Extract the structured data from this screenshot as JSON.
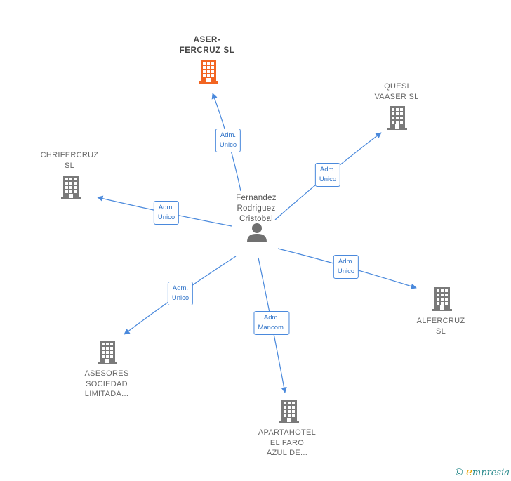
{
  "center": {
    "lines": [
      "Fernandez",
      "Rodriguez",
      "Cristobal"
    ],
    "icon": "person-icon"
  },
  "companies": [
    {
      "id": "aser-fercruz",
      "lines": [
        "ASER-",
        "FERCRUZ  SL"
      ],
      "highlight": true,
      "icon": "building-icon"
    },
    {
      "id": "quesi-vaaser",
      "lines": [
        "QUESI",
        "VAASER SL"
      ],
      "highlight": false,
      "icon": "building-icon"
    },
    {
      "id": "chrifercruz",
      "lines": [
        "CHRIFERCRUZ",
        "SL"
      ],
      "highlight": false,
      "icon": "building-icon"
    },
    {
      "id": "alfercruz",
      "lines": [
        "ALFERCRUZ",
        "SL"
      ],
      "highlight": false,
      "icon": "building-icon"
    },
    {
      "id": "asesores",
      "lines": [
        "ASESORES",
        "SOCIEDAD",
        "LIMITADA..."
      ],
      "highlight": false,
      "icon": "building-icon"
    },
    {
      "id": "apartahotel",
      "lines": [
        "APARTAHOTEL",
        "EL FARO",
        "AZUL DE..."
      ],
      "highlight": false,
      "icon": "building-icon"
    }
  ],
  "edges": [
    {
      "to": "aser-fercruz",
      "label": [
        "Adm.",
        "Unico"
      ]
    },
    {
      "to": "quesi-vaaser",
      "label": [
        "Adm.",
        "Unico"
      ]
    },
    {
      "to": "chrifercruz",
      "label": [
        "Adm.",
        "Unico"
      ]
    },
    {
      "to": "alfercruz",
      "label": [
        "Adm.",
        "Unico"
      ]
    },
    {
      "to": "asesores",
      "label": [
        "Adm.",
        "Unico"
      ]
    },
    {
      "to": "apartahotel",
      "label": [
        "Adm.",
        "Mancom."
      ]
    }
  ],
  "colors": {
    "edge": "#4a89dc",
    "building": "#7a7a7a",
    "building_highlight": "#f26522",
    "person": "#707070"
  },
  "footer": {
    "copyright": "©",
    "brand_first": "e",
    "brand_rest": "mpresia"
  }
}
